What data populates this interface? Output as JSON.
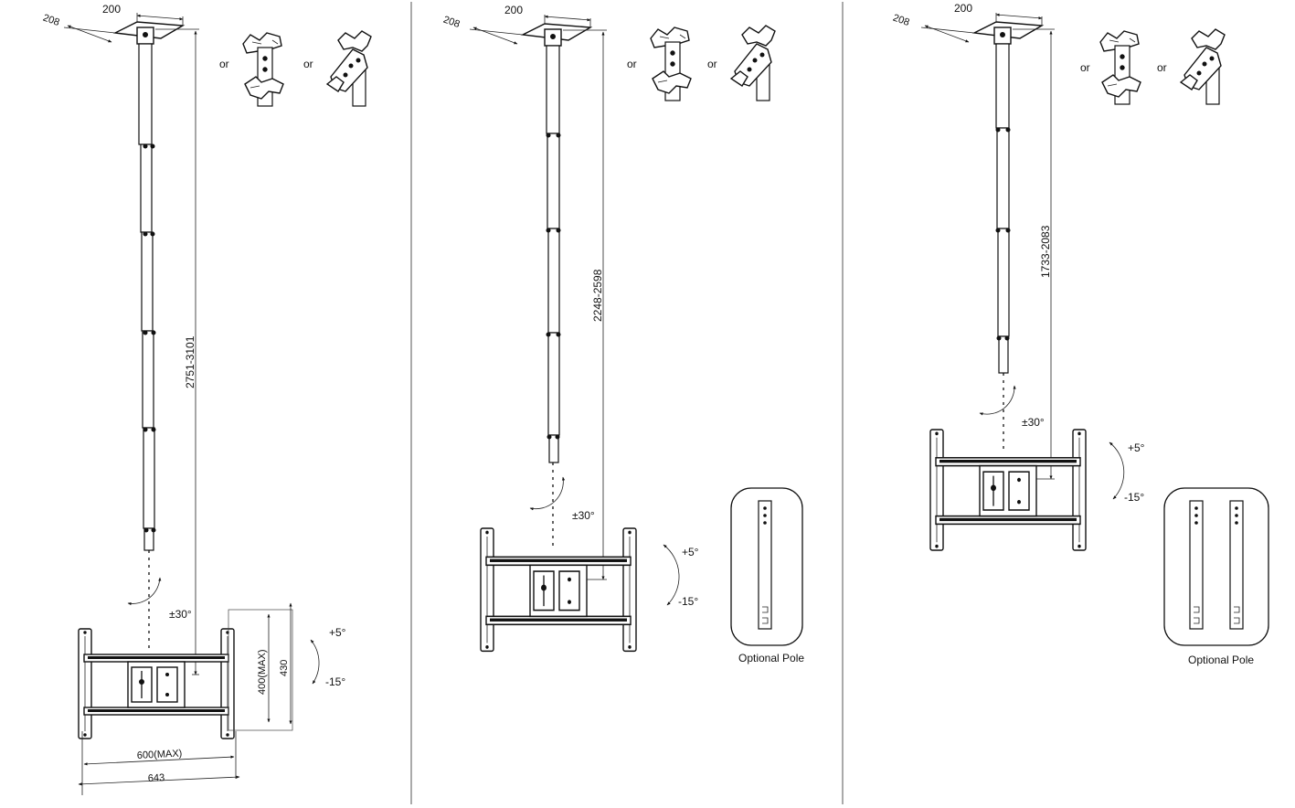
{
  "colors": {
    "line": "#111111",
    "background": "#ffffff"
  },
  "connector_word": "or",
  "panels": [
    {
      "id": "panel-1",
      "plate_width": "200",
      "plate_depth": "208",
      "height_range": "2751-3101",
      "swivel": "±30°",
      "tilt_up": "+5°",
      "tilt_down": "-15°",
      "bracket_height_max": "400(MAX)",
      "bracket_height": "430",
      "bracket_width_max": "600(MAX)",
      "bracket_width": "643"
    },
    {
      "id": "panel-2",
      "plate_width": "200",
      "plate_depth": "208",
      "height_range": "2248-2598",
      "swivel": "±30°",
      "tilt_up": "+5°",
      "tilt_down": "-15°",
      "optional_pole_label": "Optional Pole"
    },
    {
      "id": "panel-3",
      "plate_width": "200",
      "plate_depth": "208",
      "height_range": "1733-2083",
      "swivel": "±30°",
      "tilt_up": "+5°",
      "tilt_down": "-15°",
      "optional_pole_label": "Optional Pole"
    }
  ]
}
